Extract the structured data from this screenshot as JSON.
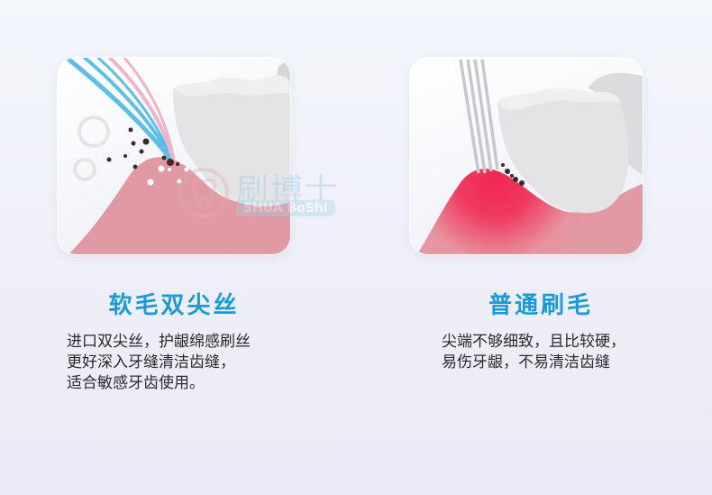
{
  "colors": {
    "title_blue": "#1a9bd7",
    "gum_pink": "#e19aa3",
    "irritated_red": "#f2274f",
    "tooth_gray": "#e3e3e5",
    "bristle_blue": "#5dbfe8",
    "bristle_pink": "#f0b4c8",
    "bristle_gray": "#c8c8cc"
  },
  "left": {
    "illustration": "soft-dual-tip-bristle-cleaning-gumline",
    "title": "软毛双尖丝",
    "description_lines": [
      "进口双尖丝，护龈绵感刷丝",
      "更好深入牙缝清洁齿缝，",
      "适合敏感牙齿使用。"
    ]
  },
  "right": {
    "illustration": "ordinary-bristle-irritating-gums",
    "title": "普通刷毛",
    "description_lines": [
      "尖端不够细致，且比较硬，",
      "易伤牙龈，不易清洁齿缝"
    ]
  },
  "watermark": {
    "cn": "刷博士",
    "en": "SHUA BoShi"
  }
}
